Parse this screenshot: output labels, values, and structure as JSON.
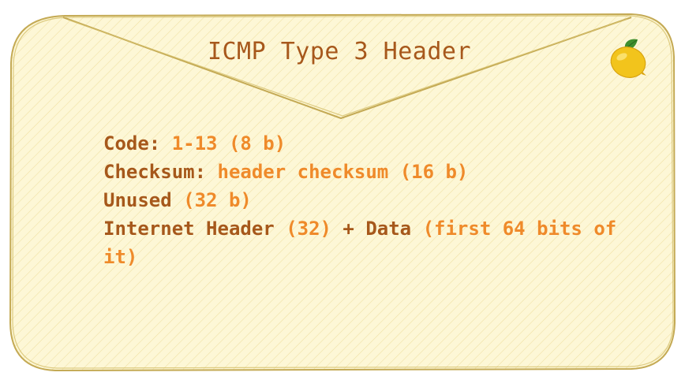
{
  "card": {
    "title": "ICMP Type 3 Header",
    "icon": "lemon-icon",
    "colors": {
      "background": "#fdf6d4",
      "border": "#c7ad56",
      "hatch": "#f0e1a2",
      "label": "#a6581b",
      "value": "#ef8a2a"
    }
  },
  "fields": [
    {
      "label": "Code: ",
      "value": "1-13 (8 b)"
    },
    {
      "label": "Checksum: ",
      "value": "header checksum (16 b)"
    },
    {
      "label": "Unused ",
      "value": "(32 b)"
    },
    {
      "label": "Internet Header ",
      "value": "(32)",
      "label2": " + Data ",
      "value2": "(first 64 bits of it)"
    }
  ]
}
